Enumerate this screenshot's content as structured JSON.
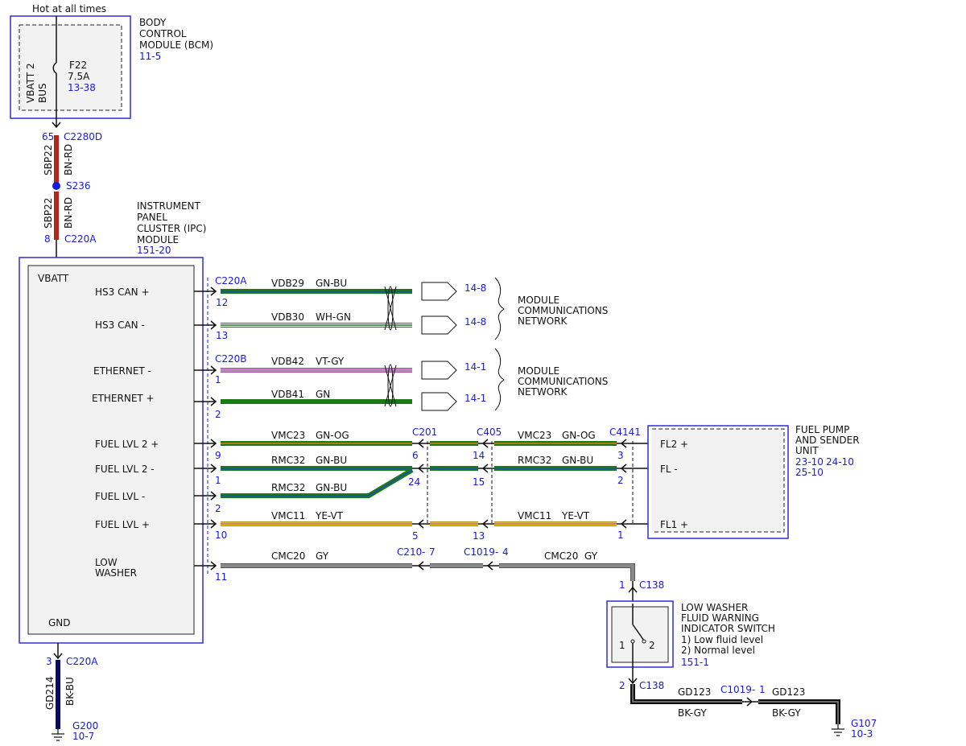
{
  "hot_label": "Hot at all times",
  "bcm": {
    "title": [
      "BODY",
      "CONTROL",
      "MODULE (BCM)"
    ],
    "ref": "11-5",
    "bus_label": [
      "VBATT 2",
      "BUS"
    ],
    "fuse": {
      "name": "F22",
      "rating": "7.5A",
      "ref": "13-38"
    }
  },
  "feed": {
    "upper_pin": "65",
    "upper_connector": "C2280D",
    "circuit": "SBP22",
    "color": "BN-RD",
    "splice": "S236",
    "lower_pin": "8",
    "lower_connector": "C220A"
  },
  "ipc": {
    "title": [
      "INSTRUMENT",
      "PANEL",
      "CLUSTER (IPC)",
      "MODULE"
    ],
    "ref": "151-20",
    "vbatt": "VBATT",
    "gnd": "GND",
    "pins": [
      "HS3 CAN +",
      "HS3 CAN -",
      "ETHERNET -",
      "ETHERNET +",
      "FUEL LVL 2 +",
      "FUEL LVL 2 -",
      "FUEL LVL -",
      "FUEL LVL +",
      "LOW",
      "WASHER"
    ]
  },
  "connectors": {
    "c220a": "C220A",
    "c220b": "C220B",
    "c201": "C201",
    "c405": "C405",
    "c4141": "C4141",
    "c210": "C210",
    "c1019": "C1019",
    "c138": "C138"
  },
  "network": {
    "ref1": "14-8",
    "ref2": "14-1",
    "label": [
      "MODULE",
      "COMMUNICATIONS",
      "NETWORK"
    ]
  },
  "wires": {
    "can_hi": {
      "pin": "12",
      "circuit": "VDB29",
      "color": "GN-BU"
    },
    "can_lo": {
      "pin": "13",
      "circuit": "VDB30",
      "color": "WH-GN"
    },
    "eth_lo": {
      "pin": "1",
      "circuit": "VDB42",
      "color": "VT-GY"
    },
    "eth_hi": {
      "pin": "2",
      "circuit": "VDB41",
      "color": "GN"
    },
    "fl2p": {
      "pin": "9",
      "circuit": "VMC23",
      "color": "GN-OG",
      "c201_pin": "6",
      "c405_pin": "14",
      "c4141_pin": "3"
    },
    "fl2m": {
      "pin": "1",
      "circuit": "RMC32",
      "color": "GN-BU",
      "c201_pin": "24",
      "c405_pin": "15",
      "c4141_pin": "2"
    },
    "flm": {
      "pin": "2",
      "circuit": "RMC32",
      "color": "GN-BU"
    },
    "flp": {
      "pin": "10",
      "circuit": "VMC11",
      "color": "YE-VT",
      "c201_pin": "5",
      "c405_pin": "13",
      "c4141_pin": "1"
    },
    "washer": {
      "pin": "11",
      "circuit": "CMC20",
      "color": "GY",
      "c210_pin": "7",
      "c1019_pin": "4",
      "c138_pin_top": "1",
      "c138_pin_bottom": "2"
    },
    "gd123": {
      "circuit": "GD123",
      "color": "BK-GY",
      "c1019_pin": "1"
    },
    "gd214": {
      "pin": "3",
      "circuit": "GD214",
      "color": "BK-BU"
    }
  },
  "fuel_unit": {
    "title": [
      "FUEL PUMP",
      "AND SENDER",
      "UNIT"
    ],
    "refs": [
      "23-10",
      "24-10",
      "25-10"
    ],
    "pins": [
      "FL2 +",
      "FL -",
      "FL1 +"
    ]
  },
  "switch": {
    "title": [
      "LOW WASHER",
      "FLUID WARNING",
      "INDICATOR SWITCH"
    ],
    "legend": [
      "1) Low fluid level",
      "2) Normal level"
    ],
    "ref": "151-1",
    "pos1": "1",
    "pos2": "2"
  },
  "grounds": {
    "g200": "G200",
    "g200_ref": "10-7",
    "g107": "G107",
    "g107_ref": "10-3"
  },
  "colors": {
    "module_border": "#2f2fd6",
    "ref_text": "#1a1adc",
    "bn_rd": "#b3261e",
    "green": "#1a7a1a",
    "gn_bu_stripe": "#1e4fb0",
    "white": "#f4f4f4",
    "violet": "#d07ad0",
    "gray_stripe": "#9a9a9a",
    "yellow": "#f0d000",
    "orange": "#e07a10",
    "gray": "#8a8a8a",
    "black": "#111111",
    "blue_dark": "#0a0a60"
  }
}
